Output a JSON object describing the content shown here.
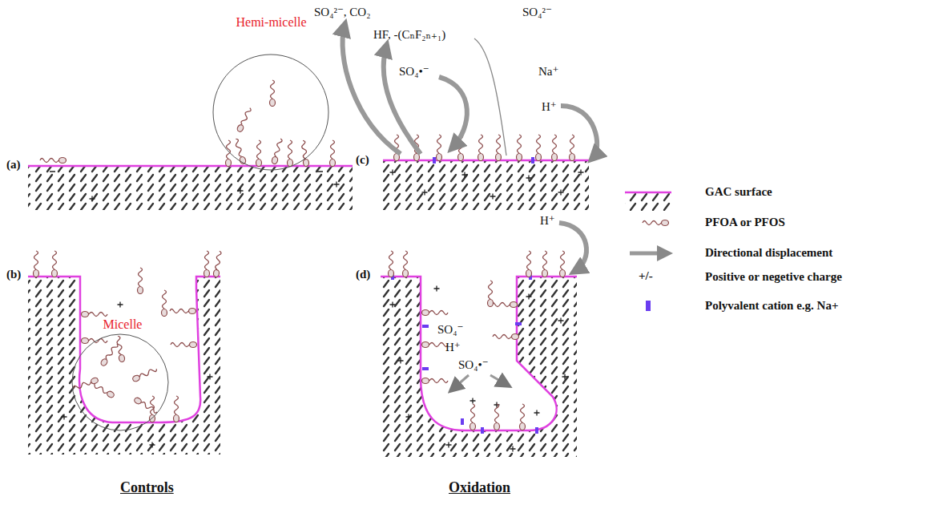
{
  "diagram": {
    "nodes": [
      {
        "text": [
          "Hemi-micelle"
        ]
      },
      {
        "text": [
          "Micelle"
        ]
      }
    ],
    "labels": [
      "(a)",
      "(b)",
      "(c)",
      "(d)",
      "Controls",
      "Oxidation",
      "SO₄²⁻, CO₂",
      "HF, -(CₙF₂ₙ₊₁)",
      "SO₄•⁻",
      "SO₄²⁻",
      "Na⁺",
      "H⁺",
      "H⁺",
      "SO₄⁻",
      "H⁺",
      "SO₄•⁻",
      "+/-"
    ],
    "legend": [
      {
        "text": "GAC surface"
      },
      {
        "text": "PFOA or PFOS"
      },
      {
        "text": "Directional displacement"
      },
      {
        "text": "Positive or negetive charge"
      },
      {
        "text": "Polyvalent cation e.g. Na+",
        "color": "#6a3df0"
      }
    ]
  }
}
